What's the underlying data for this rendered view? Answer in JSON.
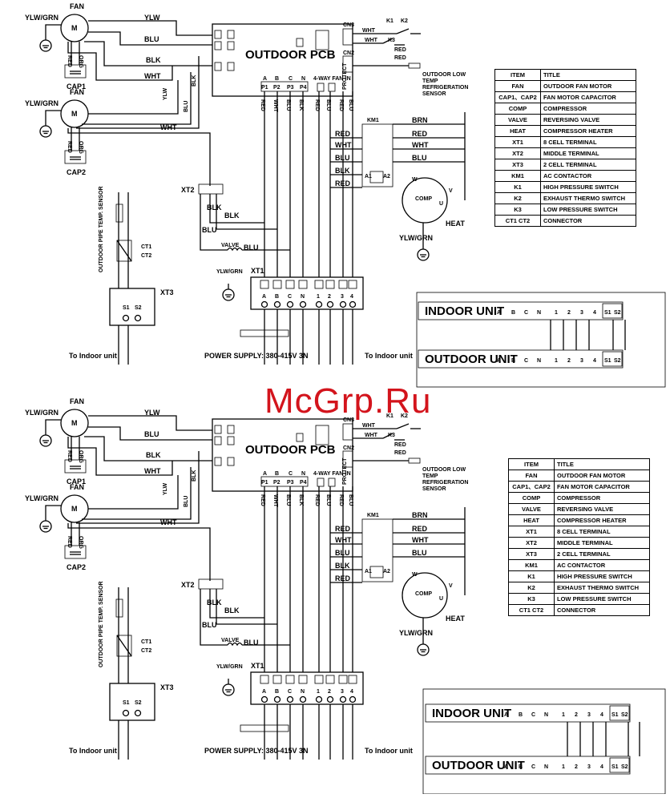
{
  "labels": {
    "fan": "FAN",
    "ylwgrn": "YLW/GRN",
    "motor": "M",
    "red": "RED",
    "org": "ORG",
    "cap1": "CAP1",
    "cap2": "CAP2",
    "ylw": "YLW",
    "blu": "BLU",
    "blk": "BLK",
    "wht": "WHT",
    "brn": "BRN",
    "pcb": "OUTDOOR PCB",
    "cn3": "CN3",
    "cn2": "CN2",
    "k1": "K1",
    "k2": "K2",
    "k3": "K3",
    "sensor_lines": [
      "OUTDOOR LOW",
      "TEMP",
      "REFRIGERATION",
      "SENSOR"
    ],
    "p_terms": [
      "A",
      "B",
      "C",
      "N",
      "P1",
      "P2",
      "P3",
      "P4"
    ],
    "fourway": "4-WAY FAN-IN",
    "protect": "PROTECT",
    "km1": "KM1",
    "a1": "A1",
    "a2": "A2",
    "comp": "COMP",
    "heat": "HEAT",
    "w": "W",
    "v": "V",
    "u": "U",
    "xt1": "XT1",
    "xt2": "XT2",
    "xt3": "XT3",
    "ct1": "CT1",
    "ct2": "CT2",
    "pipe_sensor": "OUTDOOR PIPE TEMP. SENSOR",
    "valve": "VALVE",
    "xt1_terms": [
      "A",
      "B",
      "C",
      "N",
      "1",
      "2",
      "3",
      "4"
    ],
    "s1": "S1",
    "s2": "S2",
    "to_indoor": "To Indoor unit",
    "power_supply": "POWER SUPPLY: 380-415V 3N"
  },
  "legend": {
    "header": [
      "ITEM",
      "TITLE"
    ],
    "rows": [
      [
        "FAN",
        "OUTDOOR FAN MOTOR"
      ],
      [
        "CAP1、CAP2",
        "FAN MOTOR CAPACITOR"
      ],
      [
        "COMP",
        "COMPRESSOR"
      ],
      [
        "VALVE",
        "REVERSING VALVE"
      ],
      [
        "HEAT",
        "COMPRESSOR HEATER"
      ],
      [
        "XT1",
        "8 CELL TERMINAL"
      ],
      [
        "XT2",
        "MIDDLE TERMINAL"
      ],
      [
        "XT3",
        "2 CELL TERMINAL"
      ],
      [
        "KM1",
        "AC CONTACTOR"
      ],
      [
        "K1",
        "HIGH PRESSURE SWITCH"
      ],
      [
        "K2",
        "EXHAUST THERMO SWITCH"
      ],
      [
        "K3",
        "LOW PRESSURE SWITCH"
      ],
      [
        "CT1 CT2",
        "CONNECTOR"
      ]
    ]
  },
  "connection": {
    "indoor_label": "INDOOR UNIT",
    "outdoor_label": "OUTDOOR UNIT",
    "terms": [
      "A",
      "B",
      "C",
      "N",
      "1",
      "2",
      "3",
      "4"
    ],
    "s_terms": [
      "S1",
      "S2"
    ]
  },
  "watermark": "McGrp.Ru"
}
